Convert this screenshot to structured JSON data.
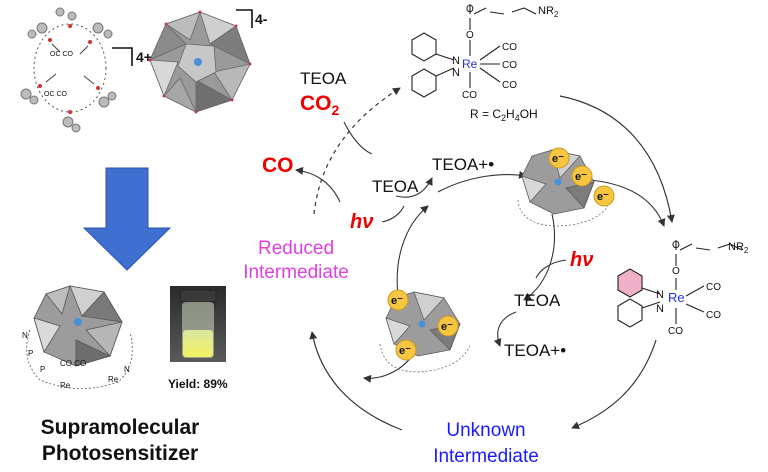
{
  "left_panel": {
    "charge_cation": "4+",
    "charge_anion": "4-",
    "yield_label": "Yield: 89%",
    "title_line1": "Supramolecular",
    "title_line2": "Photosensitizer"
  },
  "cycle": {
    "teoa_top": "TEOA",
    "co2": "CO",
    "co2_sub": "2",
    "co": "CO",
    "r_def": "R = C",
    "r_sub1": "2",
    "r_mid": "H",
    "r_sub2": "4",
    "r_end": "OH",
    "teoa_plus_top": "TEOA+•",
    "teoa_inner": "TEOA",
    "hv_left": "hν",
    "hv_right": "hν",
    "teoa_right": "TEOA",
    "teoa_plus_bottom": "TEOA+•",
    "reduced_line1": "Reduced",
    "reduced_line2": "Intermediate",
    "unknown_line1": "Unknown",
    "unknown_line2": "Intermediate",
    "electron": "e⁻",
    "nr2": "NR",
    "nr2_sub": "2",
    "re": "Re",
    "n": "N",
    "co_ligand": "CO",
    "o": "O"
  },
  "colors": {
    "accent_red": "#ee0000",
    "reduced_magenta": "#e040e0",
    "unknown_blue": "#1a1aff",
    "arrow_blue": "#3f6fd0",
    "electron_yellow": "#f6c640",
    "cluster_grey": "#8a8a8a",
    "re_blue": "#2233dd"
  }
}
